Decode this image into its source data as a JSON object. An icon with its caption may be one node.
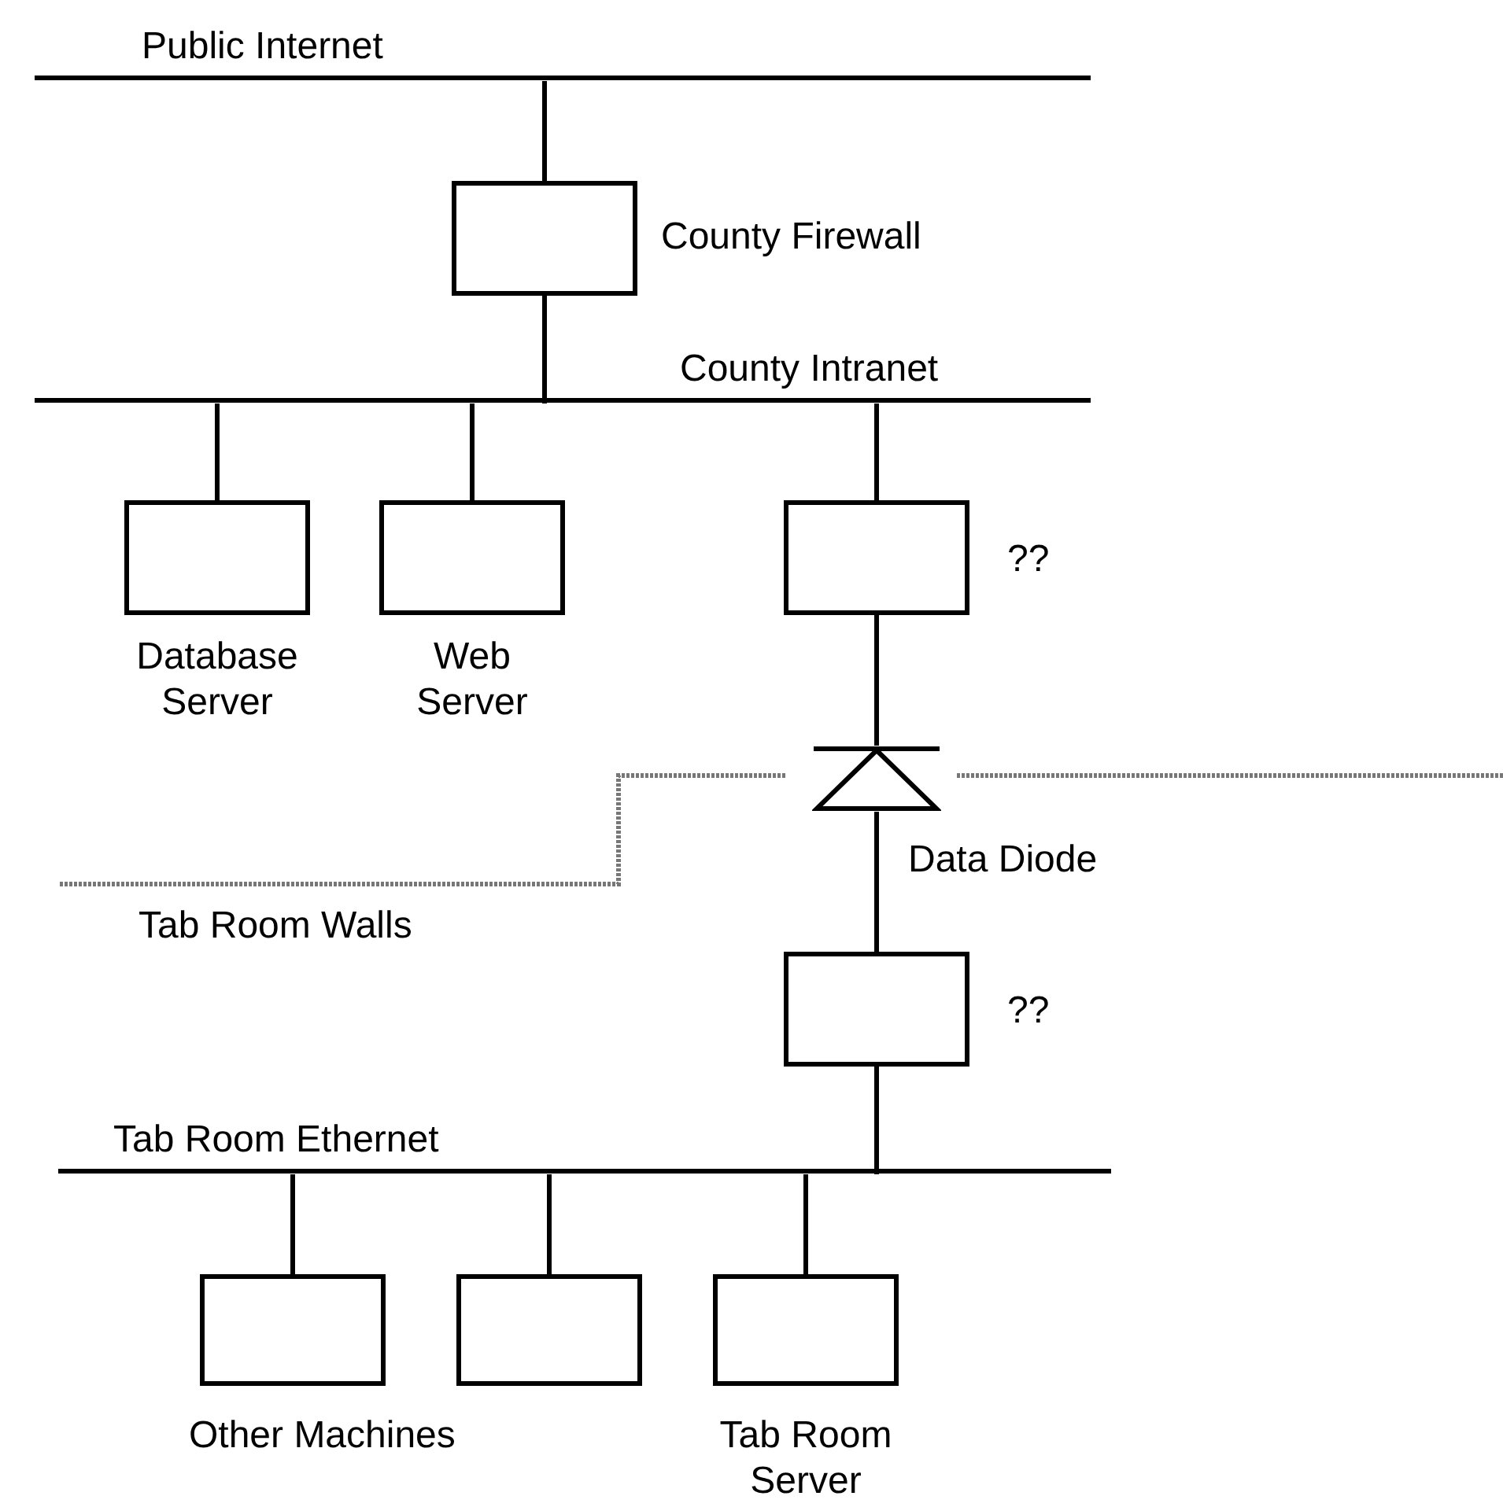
{
  "diagram": {
    "nodes": [
      {
        "text": [
          "Public Internet"
        ]
      },
      {
        "text": [],
        "shape": "box",
        "beside": [
          "County Firewall"
        ]
      },
      {
        "text": [
          "County Intranet"
        ]
      },
      {
        "text": [],
        "shape": "box",
        "beside": [
          "Database Server"
        ]
      },
      {
        "text": [],
        "shape": "box",
        "beside": [
          "Web Server"
        ]
      },
      {
        "text": [],
        "shape": "box",
        "beside": [
          "??"
        ]
      },
      {
        "text": [],
        "shape": "triangle",
        "beside": [
          "Data Diode"
        ]
      },
      {
        "text": [],
        "shape": "box",
        "beside": [
          "??"
        ]
      },
      {
        "text": [
          "Tab Room Ethernet"
        ]
      },
      {
        "text": [],
        "shape": "box"
      },
      {
        "text": [],
        "shape": "box"
      },
      {
        "text": [],
        "shape": "box",
        "beside": [
          "Tab Room Server"
        ]
      }
    ],
    "edges": [
      {
        "from": 0,
        "to": 1,
        "arrow": "none"
      },
      {
        "from": 1,
        "to": 2,
        "arrow": "none"
      },
      {
        "from": 2,
        "to": 3,
        "arrow": "none"
      },
      {
        "from": 2,
        "to": 4,
        "arrow": "none"
      },
      {
        "from": 2,
        "to": 5,
        "arrow": "none"
      },
      {
        "from": 5,
        "to": 6,
        "arrow": "none"
      },
      {
        "from": 6,
        "to": 7,
        "arrow": "none"
      },
      {
        "from": 7,
        "to": 8,
        "arrow": "none"
      },
      {
        "from": 8,
        "to": 9,
        "arrow": "none"
      },
      {
        "from": 8,
        "to": 10,
        "arrow": "none"
      },
      {
        "from": 8,
        "to": 11,
        "arrow": "none"
      }
    ],
    "labels": [
      "Tab Room Walls",
      "Other Machines"
    ]
  }
}
